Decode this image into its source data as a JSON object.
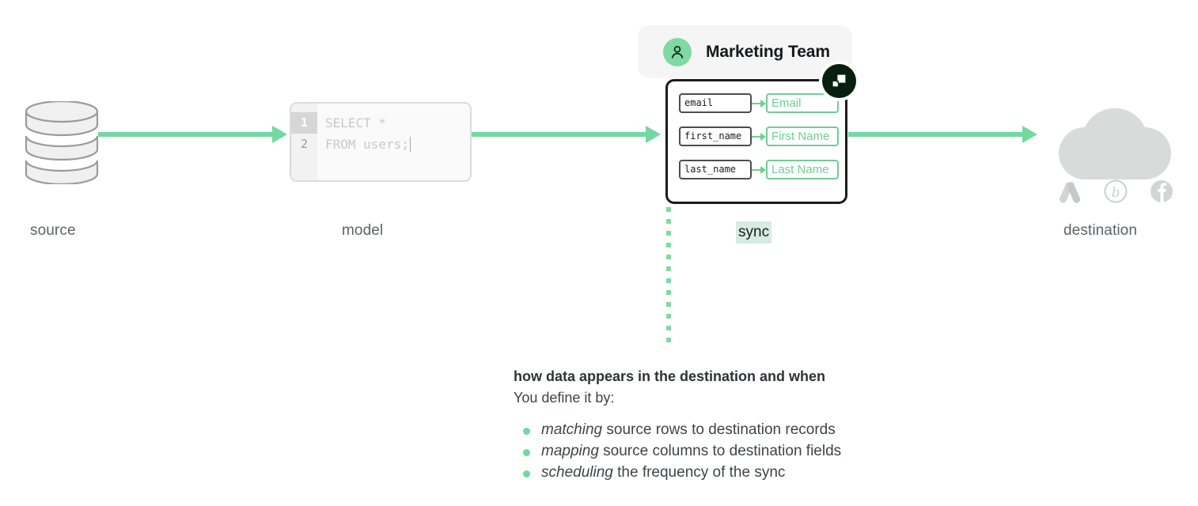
{
  "stages": {
    "source_label": "source",
    "model_label": "model",
    "sync_label": "sync",
    "destination_label": "destination"
  },
  "model_editor": {
    "line_numbers": [
      "1",
      "2"
    ],
    "lines": [
      "SELECT *",
      "FROM users;"
    ]
  },
  "team_badge": {
    "name": "Marketing Team",
    "avatar_icon": "user-icon",
    "logo_icon": "hightouch-logo-icon"
  },
  "sync_card": {
    "mappings": [
      {
        "source": "email",
        "destination": "Email"
      },
      {
        "source": "first_name",
        "destination": "First Name"
      },
      {
        "source": "last_name",
        "destination": "Last Name"
      }
    ]
  },
  "destination": {
    "cloud_icon": "cloud-icon",
    "icons": [
      "google-ads-icon",
      "braze-icon",
      "facebook-icon"
    ]
  },
  "copy": {
    "heading": "how data appears in the destination and when",
    "subheading": "You define it by:",
    "bullets": [
      {
        "emphasis": "matching",
        "rest": " source rows to destination records"
      },
      {
        "emphasis": "mapping",
        "rest": " source columns to destination fields"
      },
      {
        "emphasis": "scheduling",
        "rest": " the frequency of the sync"
      }
    ]
  },
  "colors": {
    "accent_green": "#72d9a0",
    "mapping_green": "#6dcf94",
    "highlight_green": "#d5ece0",
    "label_gray": "#5a6468",
    "dark": "#1b1b1b",
    "cloud_gray": "#d9dbdb"
  }
}
